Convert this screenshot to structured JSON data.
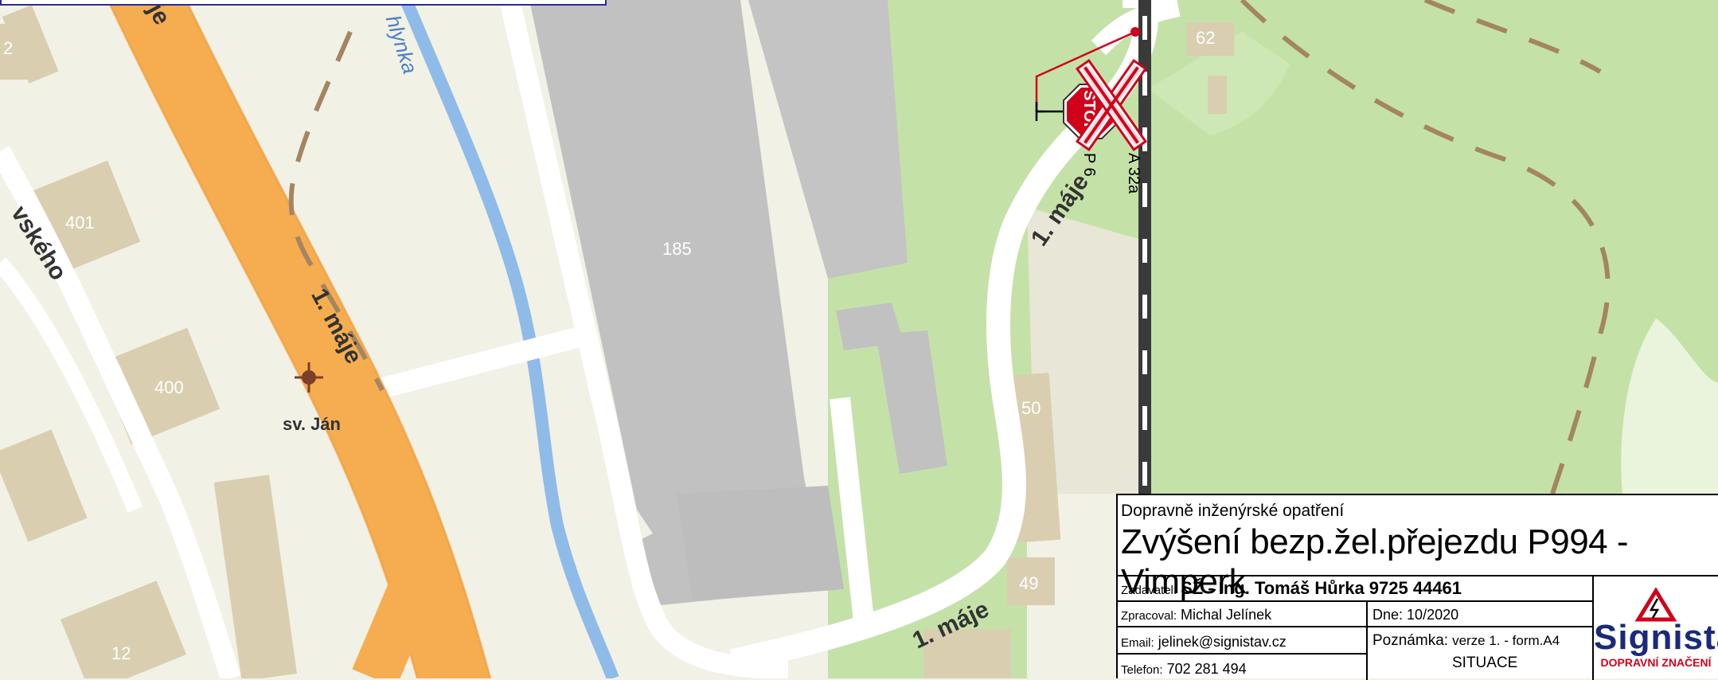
{
  "map": {
    "labels": {
      "street_main": "1. máje",
      "street_main_top": "je",
      "street_curve_1": "1. máje",
      "street_curve_2": "1. máje",
      "street_left": "vského",
      "stream": "hlynka",
      "chapel": "sv. Ján"
    },
    "buildings": {
      "b401": "401",
      "b400": "400",
      "b185": "185",
      "b62": "62",
      "b50": "50",
      "b49": "49",
      "b12": "12",
      "b2": "2"
    },
    "signs": {
      "stop_text": "STOP",
      "stop_code": "P 6",
      "cross_code": "A 32a"
    },
    "colors": {
      "background": "#f2f1e6",
      "road": "#ffffff",
      "main_road": "#f6ad4f",
      "water": "#8fbbe8",
      "forest": "#c4e2a8",
      "building": "#d9ceb0",
      "industrial": "#c1c1c1",
      "rail": "#3a3a3a",
      "path": "#a48562",
      "sign_red": "#d0021b"
    }
  },
  "titleblock": {
    "subtitle": "Dopravně inženýrské opatření",
    "title": "Zvýšení bezp.žel.přejezdu P994 - Vimperk",
    "client_label": "Zadavatel:",
    "client_value": "SŽ  - Ing. Tomáš Hůrka 9725 44461",
    "author_label": "Zpracoval:",
    "author_value": "Michal Jelínek",
    "date_label": "Dne:",
    "date_value": "10/2020",
    "email_label": "Email:",
    "email_value": "jelinek@signistav.cz",
    "phone_label": "Telefon:",
    "phone_value": "702 281 494",
    "note_label": "Poznámka:",
    "note_value": "verze 1. - form.A4",
    "sheet_value": "SITUACE",
    "logo_word": "Signistav",
    "logo_sub": "DOPRAVNÍ ZNAČENÍ"
  }
}
